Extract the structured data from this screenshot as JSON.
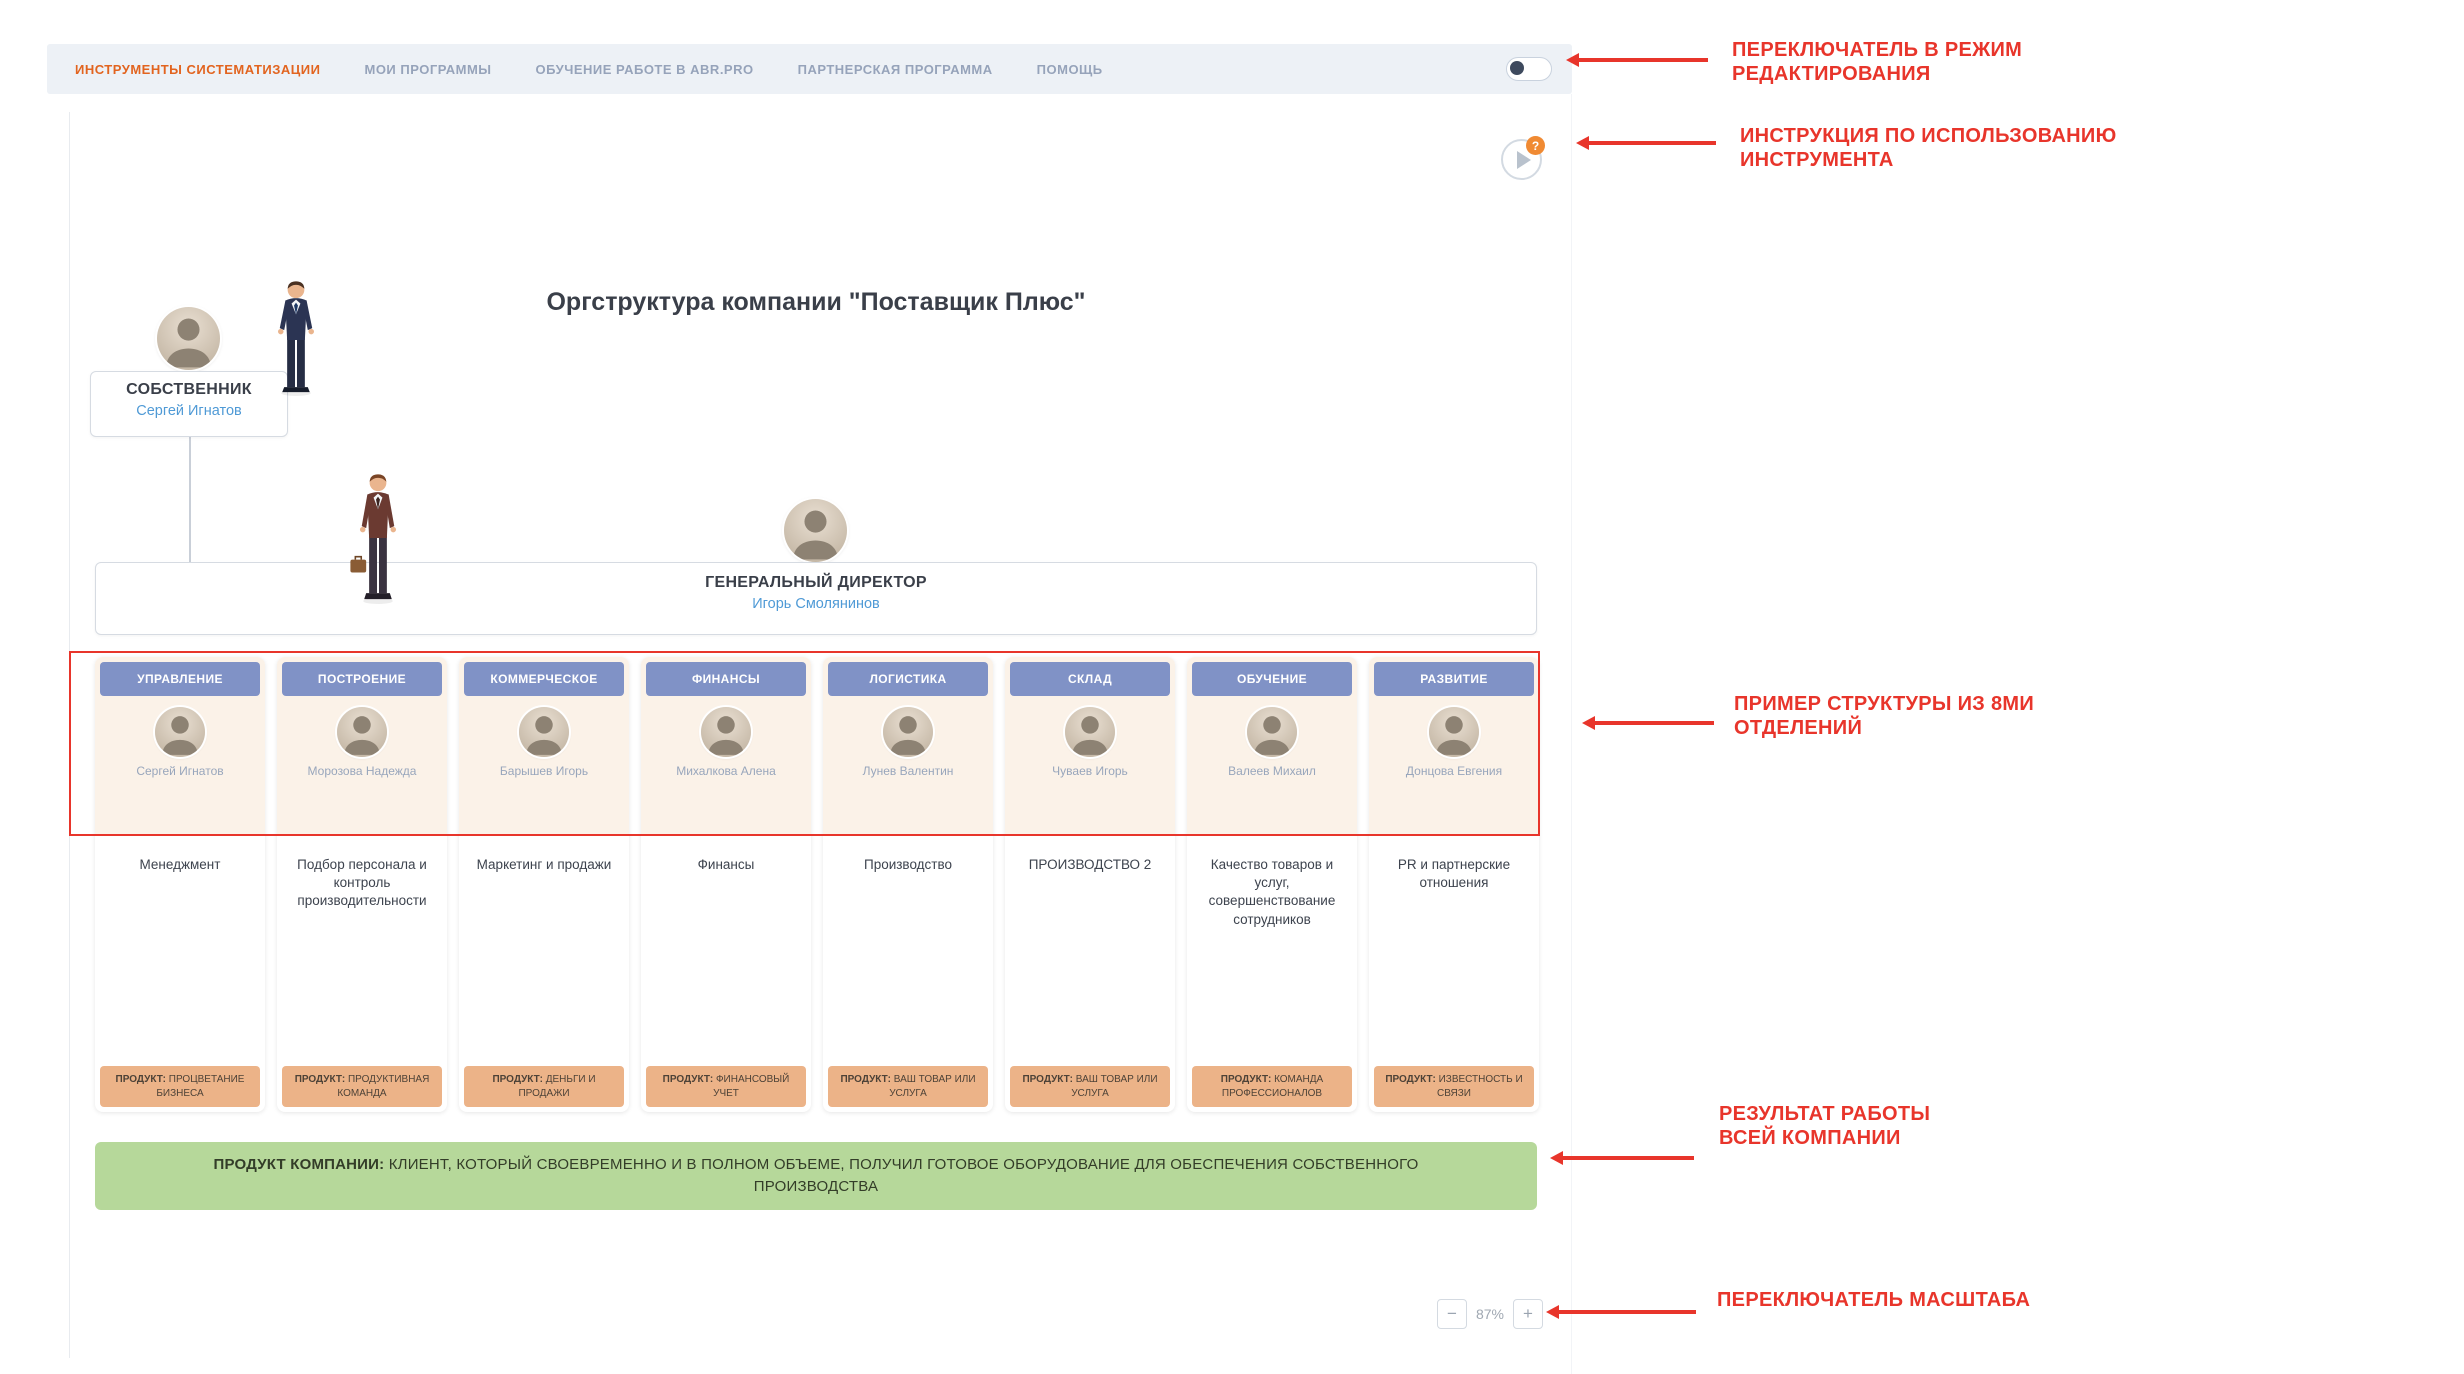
{
  "nav": {
    "items": [
      {
        "label": "ИНСТРУМЕНТЫ СИСТЕМАТИЗАЦИИ",
        "active": true
      },
      {
        "label": "МОИ ПРОГРАММЫ",
        "active": false
      },
      {
        "label": "ОБУЧЕНИЕ РАБОТЕ В ABR.PRO",
        "active": false
      },
      {
        "label": "ПАРТНЕРСКАЯ ПРОГРАММА",
        "active": false
      },
      {
        "label": "ПОМОЩЬ",
        "active": false
      }
    ]
  },
  "help": {
    "badge": "?"
  },
  "chart": {
    "title": "Оргструктура компании \"Поставщик Плюс\"",
    "owner": {
      "role": "СОБСТВЕННИК",
      "name": "Сергей Игнатов"
    },
    "director": {
      "role": "ГЕНЕРАЛЬНЫЙ ДИРЕКТОР",
      "name": "Игорь Смолянинов"
    },
    "product_label": "ПРОДУКТ:",
    "departments": [
      {
        "title": "УПРАВЛЕНИЕ",
        "head": "Сергей Игнатов",
        "description": "Менеджмент",
        "product": "ПРОЦВЕТАНИЕ БИЗНЕСА"
      },
      {
        "title": "ПОСТРОЕНИЕ",
        "head": "Морозова Надежда",
        "description": "Подбор персонала и контроль производительности",
        "product": "ПРОДУКТИВНАЯ КОМАНДА"
      },
      {
        "title": "КОММЕРЧЕСКОЕ",
        "head": "Барышев Игорь",
        "description": "Маркетинг и продажи",
        "product": "ДЕНЬГИ И ПРОДАЖИ"
      },
      {
        "title": "ФИНАНСЫ",
        "head": "Михалкова Алена",
        "description": "Финансы",
        "product": "ФИНАНСОВЫЙ УЧЕТ"
      },
      {
        "title": "ЛОГИСТИКА",
        "head": "Лунев Валентин",
        "description": "Производство",
        "product": "ВАШ ТОВАР ИЛИ УСЛУГА"
      },
      {
        "title": "СКЛАД",
        "head": "Чуваев Игорь",
        "description": "ПРОИЗВОДСТВО 2",
        "product": "ВАШ ТОВАР ИЛИ УСЛУГА"
      },
      {
        "title": "ОБУЧЕНИЕ",
        "head": "Валеев Михаил",
        "description": "Качество товаров и услуг, совершенствование сотрудников",
        "product": "КОМАНДА ПРОФЕССИОНАЛОВ"
      },
      {
        "title": "РАЗВИТИЕ",
        "head": "Донцова Евгения",
        "description": "PR и партнерские отношения",
        "product": "ИЗВЕСТНОСТЬ И СВЯЗИ"
      }
    ],
    "company_product_label": "ПРОДУКТ КОМПАНИИ:",
    "company_product": "КЛИЕНТ, КОТОРЫЙ СВОЕВРЕМЕННО И В ПОЛНОМ ОБЪЕМЕ, ПОЛУЧИЛ ГОТОВОЕ ОБОРУДОВАНИЕ ДЛЯ ОБЕСПЕЧЕНИЯ СОБСТВЕННОГО ПРОИЗВОДСТВА"
  },
  "zoom": {
    "out": "−",
    "level": "87%",
    "in": "+"
  },
  "annotations": [
    {
      "text": "ПЕРЕКЛЮЧАТЕЛЬ В РЕЖИМ РЕДАКТИРОВАНИЯ"
    },
    {
      "text": "ИНСТРУКЦИЯ ПО ИСПОЛЬЗОВАНИЮ ИНСТРУМЕНТА"
    },
    {
      "text": "ПРИМЕР СТРУКТУРЫ ИЗ 8МИ ОТДЕЛЕНИЙ"
    },
    {
      "text": "РЕЗУЛЬТАТ РАБОТЫ ВСЕЙ КОМПАНИИ"
    },
    {
      "text": "ПЕРЕКЛЮЧАТЕЛЬ МАСШТАБА"
    }
  ],
  "colors": {
    "accent_orange": "#e2641f",
    "annotation_red": "#e8352b",
    "department_header_blue": "#8092c6",
    "product_badge_orange": "#ecb388",
    "company_product_green": "#b6d89a",
    "link_blue": "#4f9ad6"
  }
}
